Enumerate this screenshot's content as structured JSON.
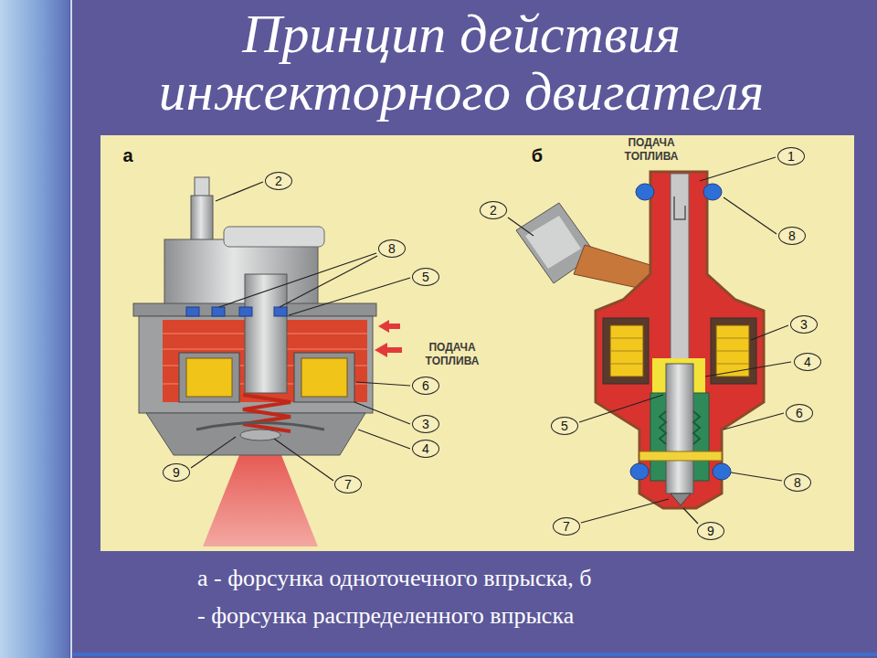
{
  "diagram": {
    "title": "Принцип действия инжекторного двигателя",
    "caption": "а - форсунка одноточечного впрыска, б - форсунка распределенного впрыска",
    "labels": [
      "а",
      "2",
      "8",
      "5",
      "ПОДАЧА ТОПЛИВА",
      "6",
      "3",
      "4",
      "9",
      "7",
      "б",
      "ПОДАЧА ТОПЛИВА",
      "1",
      "8",
      "2",
      "3",
      "4",
      "5",
      "6",
      "8",
      "7",
      "9"
    ]
  }
}
